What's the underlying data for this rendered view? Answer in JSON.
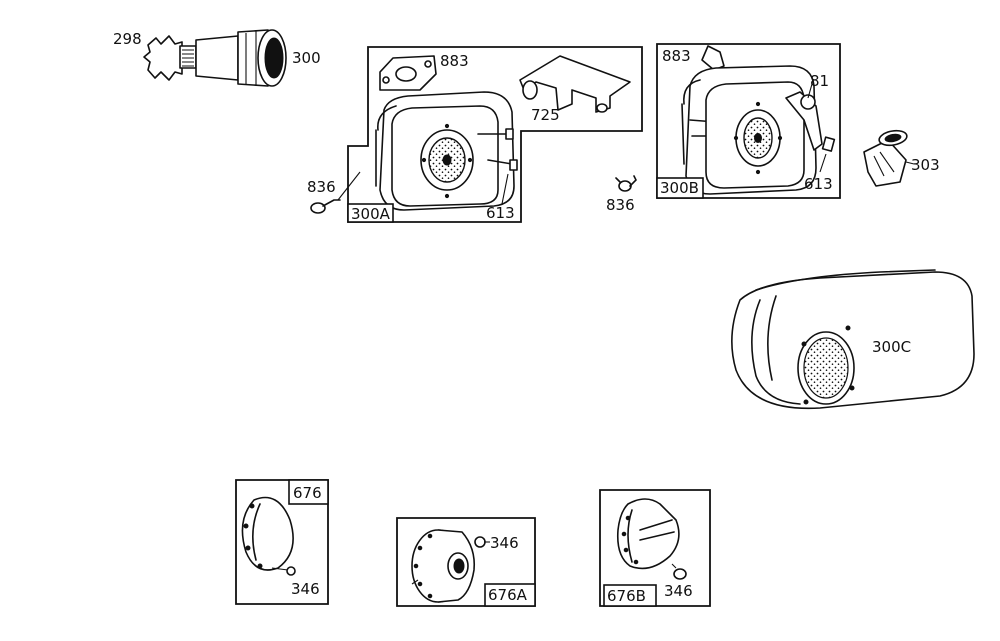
{
  "labels": {
    "p298": "298",
    "p300": "300",
    "p883a": "883",
    "p725": "725",
    "p836a": "836",
    "p300A": "300A",
    "p613a": "613",
    "p883b": "883",
    "p81": "81",
    "p613b": "613",
    "p300B": "300B",
    "p836b": "836",
    "p303": "303",
    "p300C": "300C",
    "p676": "676",
    "p346a": "346",
    "p346b": "346",
    "p676A": "676A",
    "p676B": "676B",
    "p346c": "346"
  },
  "colors": {
    "ink": "#111111",
    "paper": "#ffffff"
  }
}
